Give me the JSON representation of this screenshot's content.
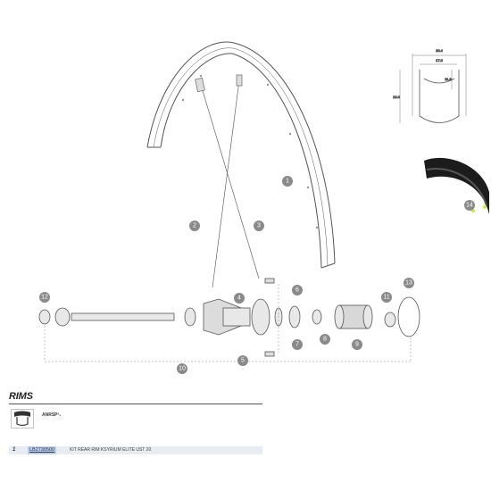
{
  "section": {
    "title": "RIMS",
    "tyre_label": "ANRSP³₁"
  },
  "parts_table": [
    {
      "item": "1",
      "code": "LB2730500",
      "description": "KIT REAR RIM KSYRIUM ELITE UST 20"
    }
  ],
  "callouts": {
    "rim": "1",
    "spoke_a": "2",
    "spoke_b": "3",
    "nipple_a": "4",
    "rim_tape": "14",
    "hub_end_left": "12",
    "hub_body": "5",
    "bearing_cap": "6",
    "lock_ring": "7",
    "spacer": "8",
    "freehub_body": "9",
    "axle_kit": "10",
    "end_cap_right": "11",
    "seal_ring": "13"
  },
  "profile": {
    "width_top": "20.4",
    "width_inner": "17.0",
    "depth": "22.0",
    "inner_depth": "11.8"
  },
  "colors": {
    "callout_fill": "#8a8a8a",
    "line": "#555555",
    "table_bg": "#e6ecf2",
    "code_bg": "#b8d0ea"
  }
}
